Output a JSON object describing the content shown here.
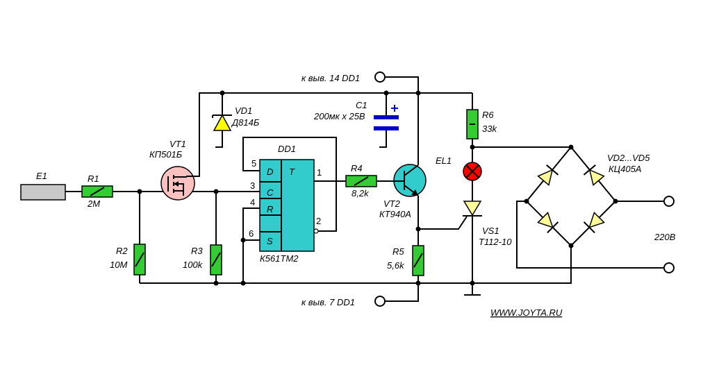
{
  "diagram": {
    "sensor": {
      "ref": "E1"
    },
    "resistors": [
      {
        "ref": "R1",
        "value": "2M"
      },
      {
        "ref": "R2",
        "value": "10M"
      },
      {
        "ref": "R3",
        "value": "100k"
      },
      {
        "ref": "R4",
        "value": "8,2k"
      },
      {
        "ref": "R5",
        "value": "5,6k"
      },
      {
        "ref": "R6",
        "value": "33k"
      }
    ],
    "mosfet": {
      "ref": "VT1",
      "part": "КП501Б"
    },
    "zener": {
      "ref": "VD1",
      "part": "Д814Б"
    },
    "flipflop": {
      "ref": "DD1",
      "part": "К561ТМ2",
      "pins": {
        "d": "D",
        "c": "C",
        "r": "R",
        "s": "S",
        "t": "T"
      },
      "pin_numbers": {
        "d": "5",
        "c": "3",
        "r": "4",
        "s": "6",
        "q": "1",
        "qn": "2"
      }
    },
    "capacitor": {
      "ref": "C1",
      "value": "200мк х 25В"
    },
    "transistor": {
      "ref": "VT2",
      "part": "КТ940А"
    },
    "lamp": {
      "ref": "EL1"
    },
    "thyristor": {
      "ref": "VS1",
      "part": "Т112-10"
    },
    "bridge": {
      "ref": "VD2...VD5",
      "part": "КЦ405А"
    },
    "supply_labels": {
      "top": "к выв. 14 DD1",
      "bottom": "к выв. 7 DD1"
    },
    "mains": "220В",
    "website": "WWW.JOYTA.RU",
    "colors": {
      "resistor": "#33cc33",
      "chip": "#33cccc",
      "mosfet": "#ffc0c0",
      "lamp": "#ff0000",
      "diode": "#ffff99",
      "zener": "#ffff00",
      "capacitor_plate": "#0000cc",
      "sensor": "#c8c8c8"
    }
  }
}
